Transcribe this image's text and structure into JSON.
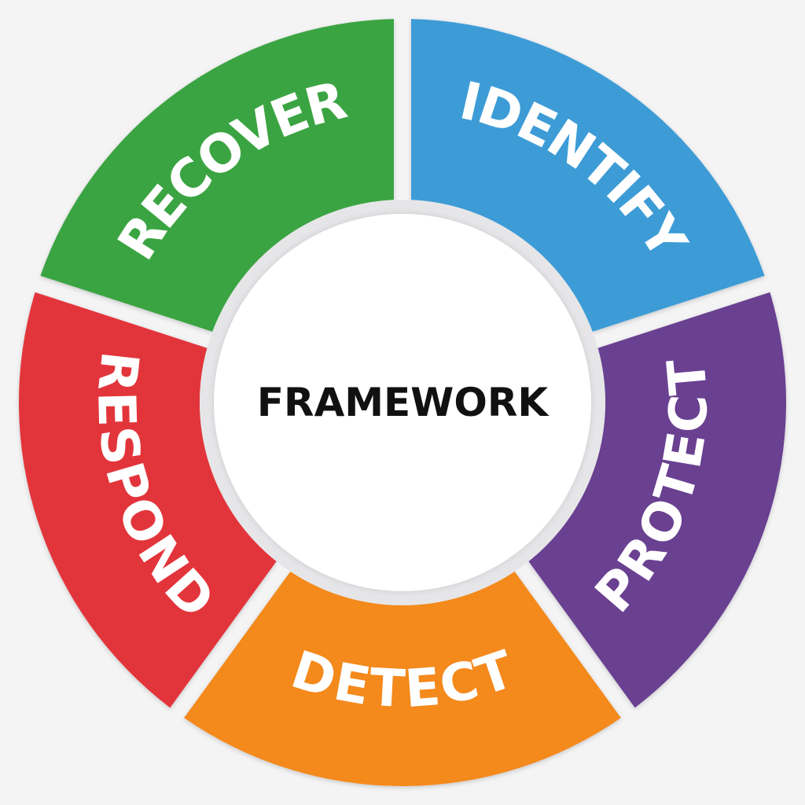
{
  "center": {
    "label": "FRAMEWORK"
  },
  "segments": [
    {
      "id": "identify",
      "label": "IDENTIFY",
      "color": "#3d9cd6"
    },
    {
      "id": "protect",
      "label": "PROTECT",
      "color": "#6a3f91"
    },
    {
      "id": "detect",
      "label": "DETECT",
      "color": "#f4891f"
    },
    {
      "id": "respond",
      "label": "RESPOND",
      "color": "#e2343a"
    },
    {
      "id": "recover",
      "label": "RECOVER",
      "color": "#3aa443"
    }
  ],
  "background_color": "#f4f4f5"
}
